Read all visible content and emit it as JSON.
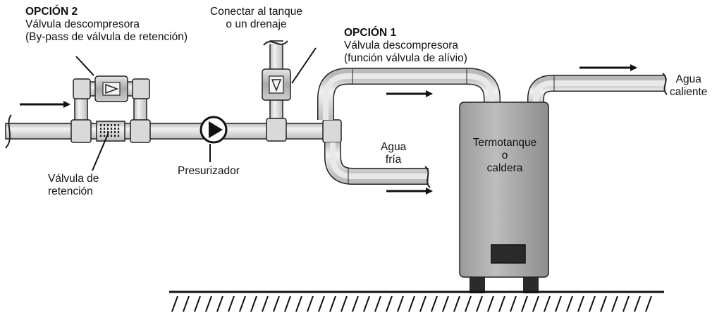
{
  "option2": {
    "prefix": "OPCIÓN",
    "number": "2",
    "line1": "Válvula descompresora",
    "line2": "(By-pass de válvula de retención)"
  },
  "tank_connect": {
    "line1": "Conectar al tanque",
    "line2": "o un drenaje"
  },
  "option1": {
    "prefix": "OPCIÓN",
    "number": "1",
    "line1": "Válvula descompresora",
    "line2": "(función válvula de alívio)"
  },
  "check_valve": {
    "line1": "Válvula de",
    "line2": "retención"
  },
  "pump_label": "Presurizador",
  "cold_water": {
    "line1": "Agua",
    "line2": "fría"
  },
  "hot_water": {
    "line1": "Agua",
    "line2": "caliente"
  },
  "heater": {
    "line1": "Termotanque",
    "line2": "o",
    "line3": "caldera"
  },
  "colors": {
    "pipe": "#d7d7d7",
    "outline": "#222222",
    "valve_body": "#bdbdbd",
    "heater_body": "#a9a9a9",
    "heater_panel": "#2a2a2a"
  }
}
